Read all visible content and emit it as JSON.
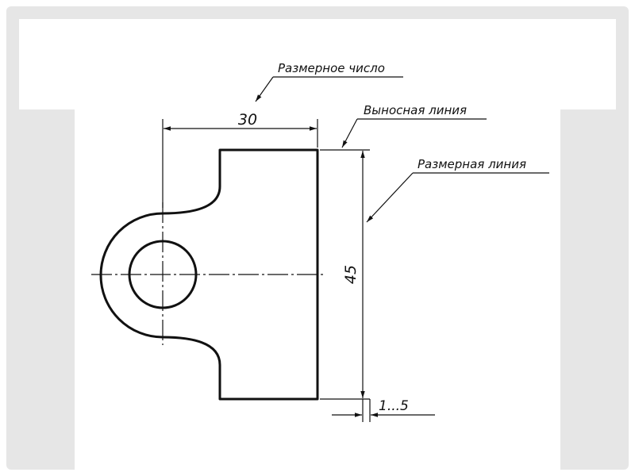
{
  "drawing": {
    "labels": {
      "dimension_number": "Размерное число",
      "extension_line": "Выносная линия",
      "dimension_line": "Размерная линия"
    },
    "dimensions": {
      "width": "30",
      "height": "45",
      "gap": "1...5"
    },
    "colors": {
      "ink": "#111111",
      "background": "#e6e6e6",
      "panel": "#ffffff"
    }
  }
}
